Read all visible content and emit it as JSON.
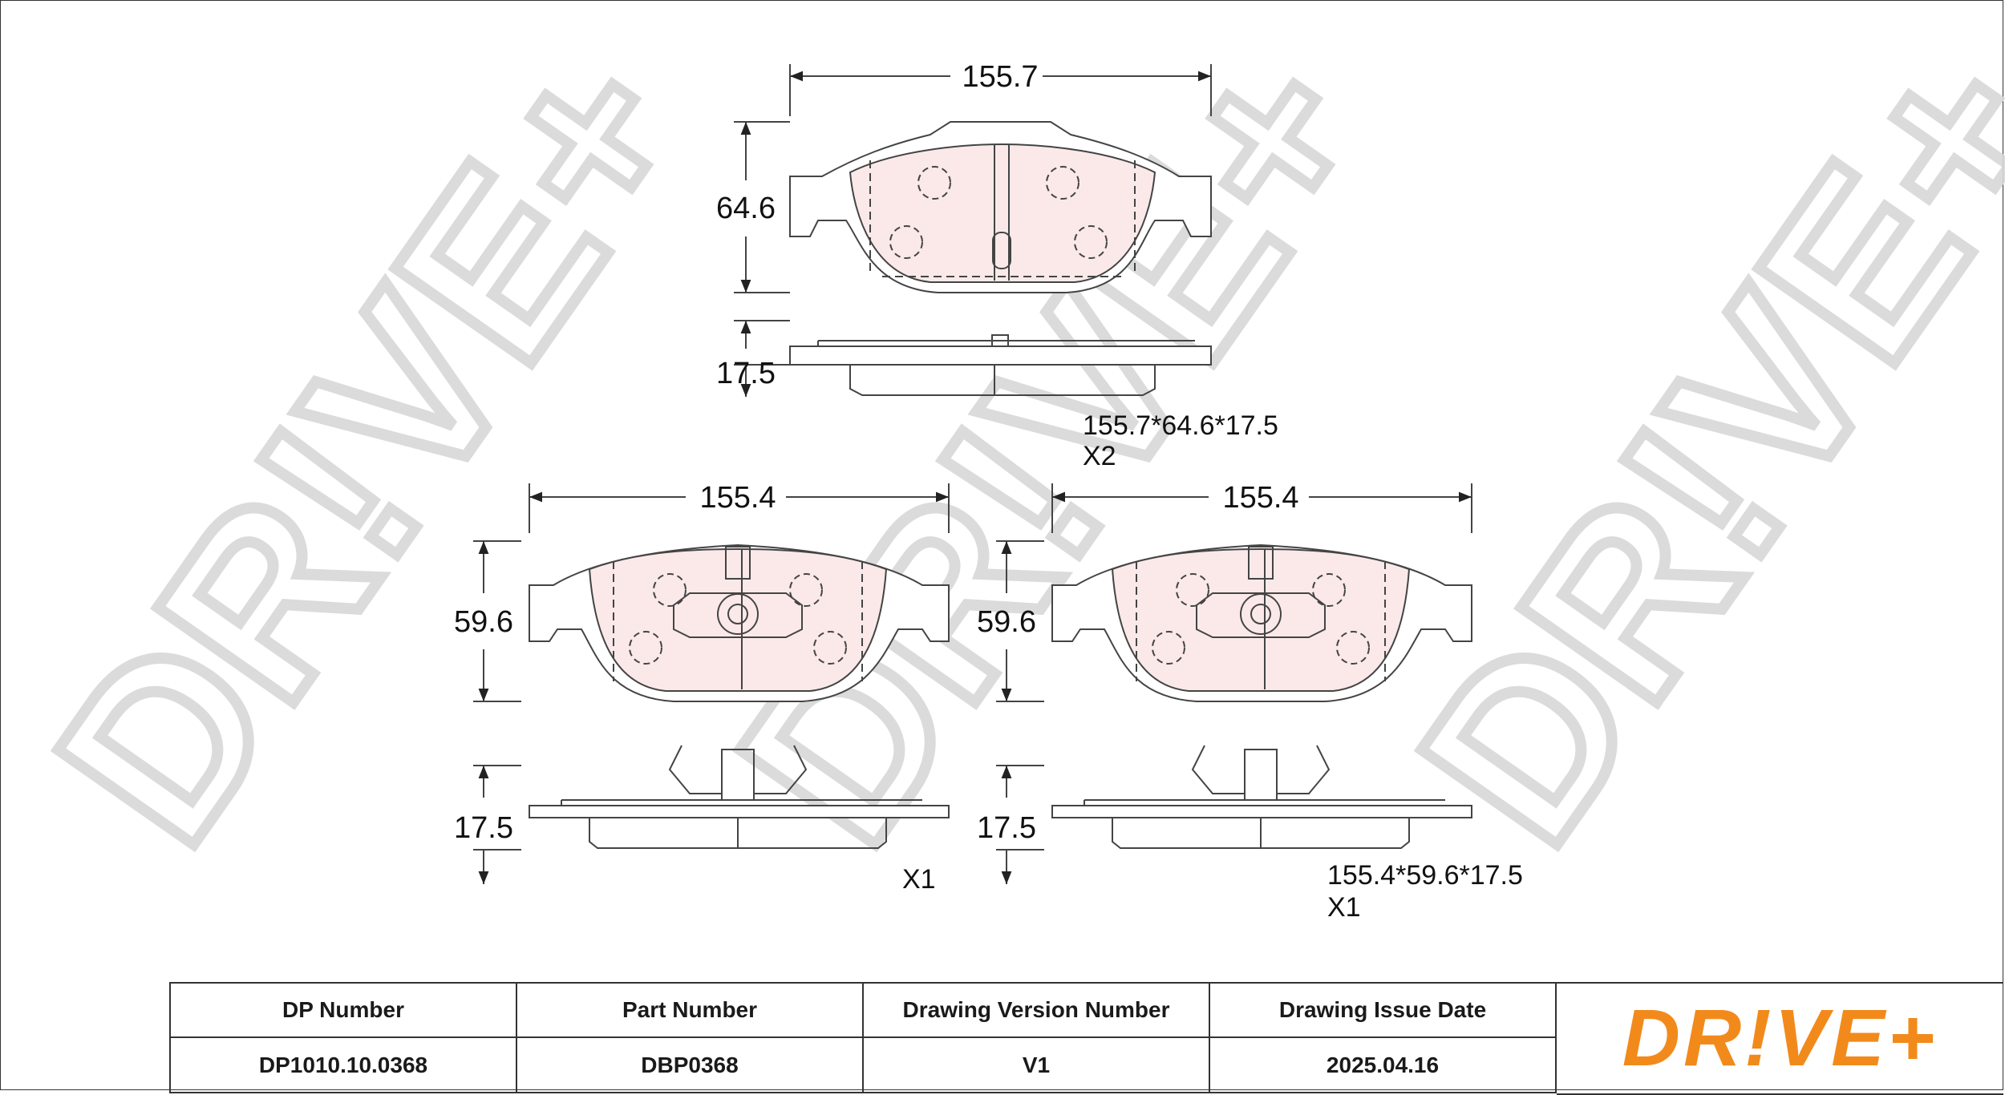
{
  "watermark": {
    "text": "DR!VE+",
    "color": "#d8d8d8"
  },
  "pad_top": {
    "width_label": "155.7",
    "height_label": "64.6",
    "thickness_label": "17.5",
    "spec_label": "155.7*64.6*17.5",
    "qty_label": "X2"
  },
  "pad_bottom_left": {
    "width_label": "155.4",
    "height_label": "59.6",
    "thickness_label": "17.5",
    "qty_label": "X1"
  },
  "pad_bottom_right": {
    "width_label": "155.4",
    "height_label": "59.6",
    "thickness_label": "17.5",
    "spec_label": "155.4*59.6*17.5",
    "qty_label": "X1"
  },
  "title_block": {
    "headers": [
      "DP Number",
      "Part Number",
      "Drawing Version Number",
      "Drawing Issue Date"
    ],
    "values": [
      "DP1010.10.0368",
      "DBP0368",
      "V1",
      "2025.04.16"
    ]
  },
  "logo": {
    "text": "DR!VE+",
    "color": "#f28a1b"
  },
  "colors": {
    "pad_fill": "#fbe9e9",
    "line": "#444444"
  }
}
